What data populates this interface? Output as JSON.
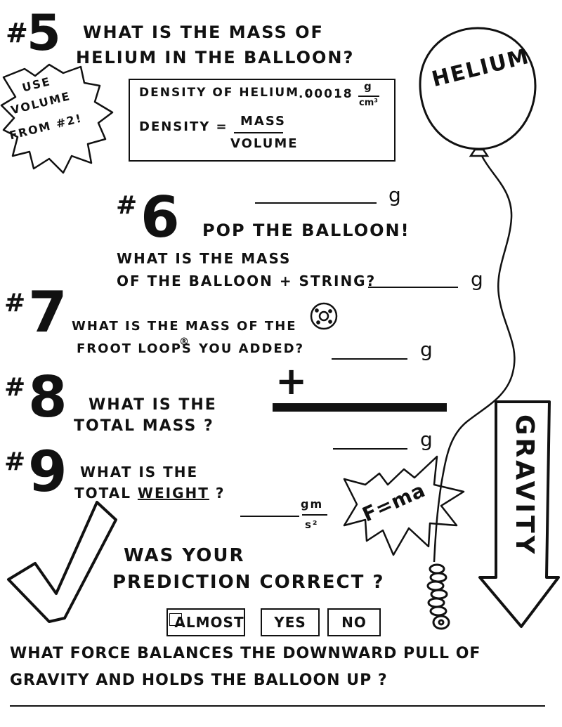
{
  "q5": {
    "hash": "#",
    "number": "5",
    "title_line1": "WHAT IS THE MASS OF",
    "title_line2": "HELIUM IN THE BALLOON?",
    "note_line1": "USE",
    "note_line2": "VOLUME",
    "note_line3": "FROM #2!",
    "density_label": "DENSITY OF HELIUM :",
    "density_value": ".00018",
    "density_unit_num": "g",
    "density_unit_den": "cm³",
    "formula_lhs": "DENSITY =",
    "formula_num": "MASS",
    "formula_den": "VOLUME",
    "unit": "g"
  },
  "balloon": {
    "label": "HELIUM"
  },
  "q6": {
    "hash": "#",
    "number": "6",
    "pop": "POP THE BALLOON!",
    "line1": "WHAT IS THE MASS",
    "line2": "OF THE BALLOON + STRING?",
    "unit": "g"
  },
  "q7": {
    "hash": "#",
    "number": "7",
    "line1": "WHAT IS THE  MASS OF THE",
    "line2": "FROOT LOOPS",
    "registered": "®",
    "line2b": "YOU ADDED?",
    "unit": "g"
  },
  "q8": {
    "hash": "#",
    "number": "8",
    "plus": "+",
    "line1": "WHAT  IS THE",
    "line2": "TOTAL  MASS ?",
    "unit": "g"
  },
  "q9": {
    "hash": "#",
    "number": "9",
    "line1": "WHAT IS THE",
    "line2_pre": "TOTAL ",
    "line2_underlined": "WEIGHT",
    "line2_post": " ?",
    "unit_num": "gm",
    "unit_den": "s²",
    "formula": "F=ma"
  },
  "gravity": {
    "label": "GRAVITY"
  },
  "prediction": {
    "line1": "WAS YOUR",
    "line2": "PREDICTION CORRECT ?",
    "options": [
      "ALMOST",
      "YES",
      "NO"
    ]
  },
  "force_question": {
    "line1": "WHAT FORCE BALANCES THE DOWNWARD PULL OF",
    "line2": "GRAVITY AND HOLDS THE BALLOON UP ?"
  },
  "colors": {
    "ink": "#111111",
    "paper": "#ffffff"
  }
}
